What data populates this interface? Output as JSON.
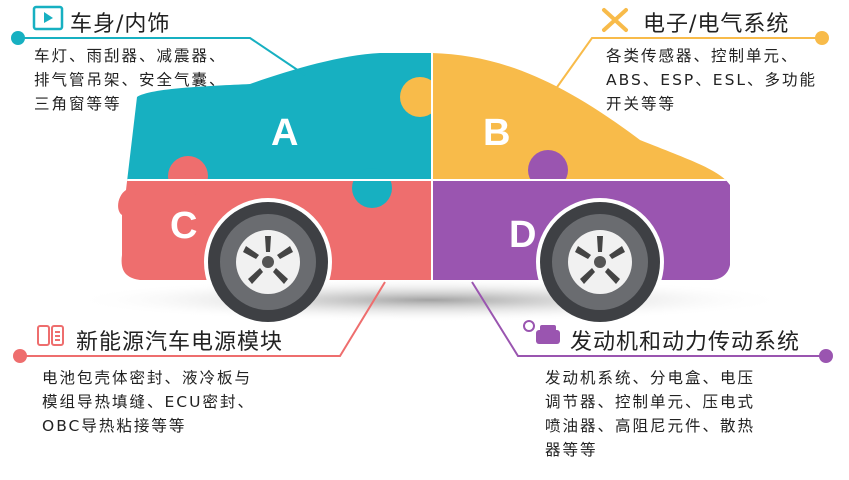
{
  "colors": {
    "teal": "#17b0c1",
    "yellow": "#f8bb4a",
    "coral": "#ee6e6e",
    "purple": "#9a55b0",
    "tire": "#3e4044",
    "text": "#222222"
  },
  "car": {
    "pieces": [
      {
        "letter": "A",
        "color": "#17b0c1"
      },
      {
        "letter": "B",
        "color": "#f8bb4a"
      },
      {
        "letter": "C",
        "color": "#ee6e6e"
      },
      {
        "letter": "D",
        "color": "#9a55b0"
      }
    ]
  },
  "sections": {
    "a": {
      "icon": "video-player-icon",
      "title": "车身/内饰",
      "lines": [
        "车灯、雨刮器、减震器、",
        "排气管吊架、安全气囊、",
        "三角窗等等"
      ]
    },
    "b": {
      "icon": "wrench-screwdriver-icon",
      "title": "电子/电气系统",
      "lines": [
        "各类传感器、控制单元、",
        "ABS、ESP、ESL、多功能",
        "开关等等"
      ]
    },
    "c": {
      "icon": "battery-icon",
      "title": "新能源汽车电源模块",
      "lines": [
        "电池包壳体密封、液冷板与",
        "模组导热填缝、ECU密封、",
        "OBC导热粘接等等"
      ]
    },
    "d": {
      "icon": "car-gear-icon",
      "title": "发动机和动力传动系统",
      "lines": [
        "发动机系统、分电盒、电压",
        "调节器、控制单元、压电式",
        "喷油器、高阻尼元件、散热",
        "器等等"
      ]
    }
  }
}
